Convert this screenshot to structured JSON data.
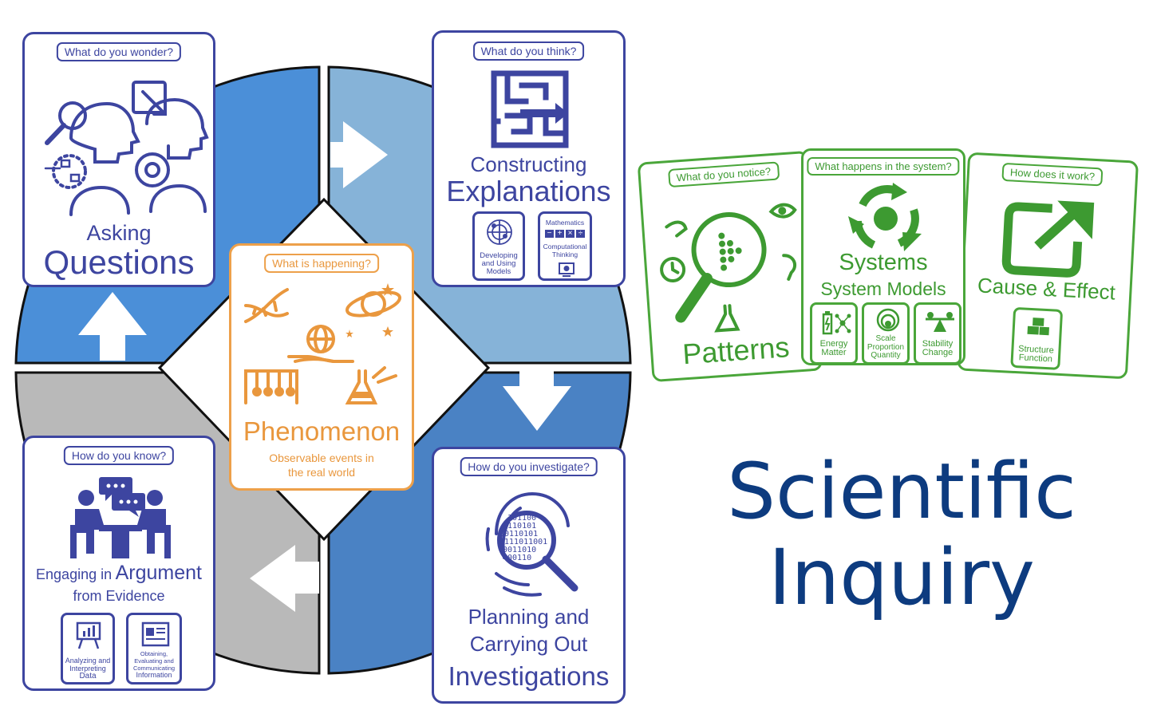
{
  "title": {
    "line1": "Scientific",
    "line2": "Inquiry"
  },
  "center": {
    "question": "What is happening?",
    "label": "Phenomenon",
    "subtitle_line1": "Observable events in",
    "subtitle_line2": "the real world"
  },
  "asking": {
    "question": "What do you wonder?",
    "label_small": "Asking",
    "label_large": "Questions"
  },
  "explanations": {
    "question": "What do you think?",
    "label_small": "Constructing",
    "label_large": "Explanations",
    "mini1": {
      "line1": "Developing",
      "line2": "and Using",
      "line3": "Models"
    },
    "mini2": {
      "top": "Mathematics",
      "line1": "Computational",
      "line2": "Thinking"
    }
  },
  "investigations": {
    "question": "How do you investigate?",
    "line1": "Planning and",
    "line2": "Carrying Out",
    "line3": "Investigations",
    "binary": [
      "101100",
      "0110101",
      "00110101",
      "0111011001",
      "0011010",
      "00110"
    ]
  },
  "argument": {
    "question": "How do you know?",
    "label_small1": "Engaging in",
    "label_large": "Argument",
    "label_small2": "from Evidence",
    "mini1": {
      "line1": "Analyzing and",
      "line2": "Interpreting",
      "line3": "Data"
    },
    "mini2": {
      "line1": "Obtaining,",
      "line2": "Evaluating and",
      "line3": "Communicating",
      "line4": "Information"
    }
  },
  "patterns": {
    "question": "What do you notice?",
    "label": "Patterns"
  },
  "systems": {
    "question": "What happens in the system?",
    "label": "Systems",
    "sublabel": "System Models",
    "mini1": {
      "line1": "Energy",
      "line2": "Matter"
    },
    "mini2": {
      "line1": "Scale",
      "line2": "Proportion",
      "line3": "Quantity"
    },
    "mini3": {
      "line1": "Stability",
      "line2": "Change"
    }
  },
  "cause": {
    "question": "How does it work?",
    "label": "Cause & Effect",
    "mini": {
      "line1": "Structure",
      "line2": "Function"
    }
  },
  "math_symbols": [
    "−",
    "+",
    "×",
    "÷"
  ],
  "colors": {
    "practice_blue": "#3d45a0",
    "quadrant_top_left": "#4b8fd8",
    "quadrant_top_right": "#86b3d8",
    "quadrant_bottom_right": "#4a82c4",
    "quadrant_bottom_left": "#b9b9b9",
    "phenomenon_orange": "#eda04a",
    "crosscutting_green": "#4aa63a",
    "title_navy": "#0d3b7f"
  }
}
